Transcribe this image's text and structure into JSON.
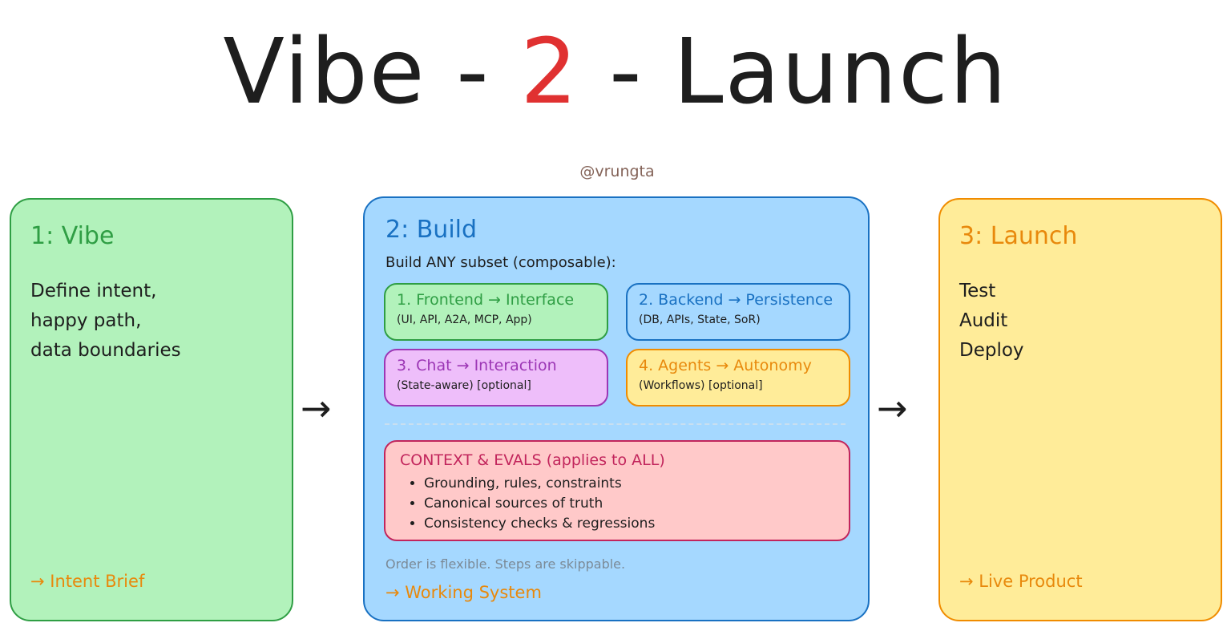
{
  "title": {
    "part1": "Vibe -",
    "part2": "2",
    "part3": "- Launch"
  },
  "handle": "@vrungta",
  "colors": {
    "vibe": "#b2f2bb",
    "build": "#a5d8ff",
    "launch": "#ffec99",
    "accent": "#e03131",
    "output": "#e8890c"
  },
  "vibe": {
    "heading": "1: Vibe",
    "lines": [
      "Define intent,",
      "happy path,",
      "data boundaries"
    ],
    "output": "→ Intent Brief"
  },
  "build": {
    "heading": "2: Build",
    "subheading": "Build ANY subset (composable):",
    "modules": [
      {
        "title": "1. Frontend → Interface",
        "detail": "(UI, API, A2A, MCP, App)"
      },
      {
        "title": "2. Backend → Persistence",
        "detail": "(DB, APIs, State, SoR)"
      },
      {
        "title": "3. Chat → Interaction",
        "detail": "(State-aware) [optional]"
      },
      {
        "title": "4. Agents → Autonomy",
        "detail": "(Workflows) [optional]"
      }
    ],
    "context": {
      "title": "CONTEXT & EVALS (applies to ALL)",
      "bullets": [
        "Grounding, rules, constraints",
        "Canonical sources of truth",
        "Consistency checks & regressions"
      ]
    },
    "note": "Order is flexible. Steps are skippable.",
    "output": "→ Working System"
  },
  "launch": {
    "heading": "3: Launch",
    "lines": [
      "Test",
      "Audit",
      "Deploy"
    ],
    "output": "→ Live Product"
  },
  "arrows": {
    "a1": "→",
    "a2": "→"
  }
}
